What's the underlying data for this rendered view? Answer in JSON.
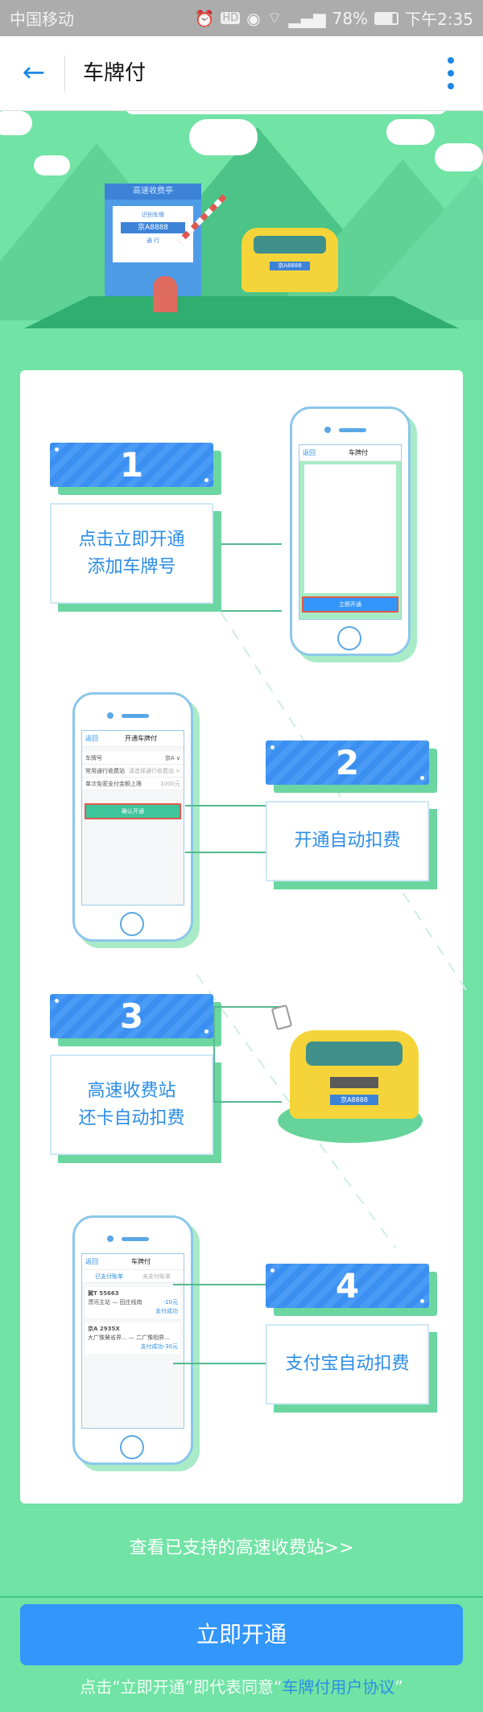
{
  "status_bar": {
    "carrier": "中国移动",
    "icons": [
      "alarm-icon",
      "hd-icon",
      "eye-icon",
      "wifi-icon",
      "4g-signal-icon"
    ],
    "battery": "78%",
    "time": "下午2:35"
  },
  "header": {
    "title": "车牌付",
    "back_icon": "arrow-left-icon",
    "more_icon": "more-vertical-icon"
  },
  "hero": {
    "booth_title": "高速收费亭",
    "booth_label": "识别车牌",
    "plate": "京A8888",
    "pass": "通 行"
  },
  "steps": [
    {
      "number": "1",
      "text": "点击立即开通\n添加车牌号"
    },
    {
      "number": "2",
      "text": "开通自动扣费"
    },
    {
      "number": "3",
      "text": "高速收费站\n还卡自动扣费"
    },
    {
      "number": "4",
      "text": "支付宝自动扣费"
    }
  ],
  "phone1": {
    "back": "返回",
    "title": "车牌付",
    "button": "立即开通"
  },
  "phone2": {
    "back": "返回",
    "title": "开通车牌付",
    "rows": [
      [
        "车牌号",
        "京A ∨"
      ],
      [
        "常用通行收费站",
        "请选择通行收费站 >"
      ],
      [
        "单次免密支付金额上限",
        "1000元"
      ]
    ],
    "button": "确认开通"
  },
  "phone4": {
    "back": "返回",
    "title": "车牌付",
    "tabs": [
      "已支付账单",
      "未支付账单"
    ],
    "bills": [
      {
        "plate": "冀T 55663",
        "route": "漂河主站 — 田庄线南",
        "amount": "-10元",
        "status": "支付成功"
      },
      {
        "plate": "京A 2935X",
        "route": "大广豫冀省界... — 二广豫相界...",
        "amount": "-30元",
        "status": "支付成功"
      }
    ]
  },
  "car_plate": "京A8888",
  "stations_link": "查看已支持的高速收费站>>",
  "open_button": "立即开通",
  "agreement": {
    "prefix": "点击“立即开通”即代表同意“",
    "link": "车牌付用户协议",
    "suffix": "”"
  },
  "colors": {
    "background": "#70e3a5",
    "primary": "#3296fa",
    "accent_blue": "#1e88e5",
    "status_bar": "#acacac"
  }
}
